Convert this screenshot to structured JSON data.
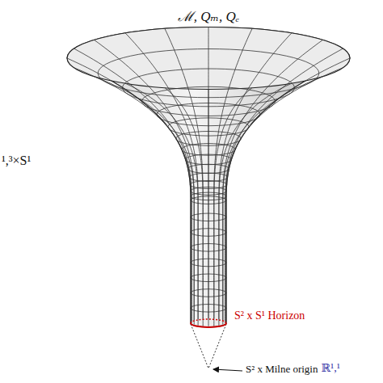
{
  "diagram": {
    "labels": [
      "ℳ, Qₘ, Qₑ",
      "¹,³×S¹",
      "S² x S¹ Horizon",
      "S² x Milne origin",
      "ℝ¹,¹"
    ]
  }
}
